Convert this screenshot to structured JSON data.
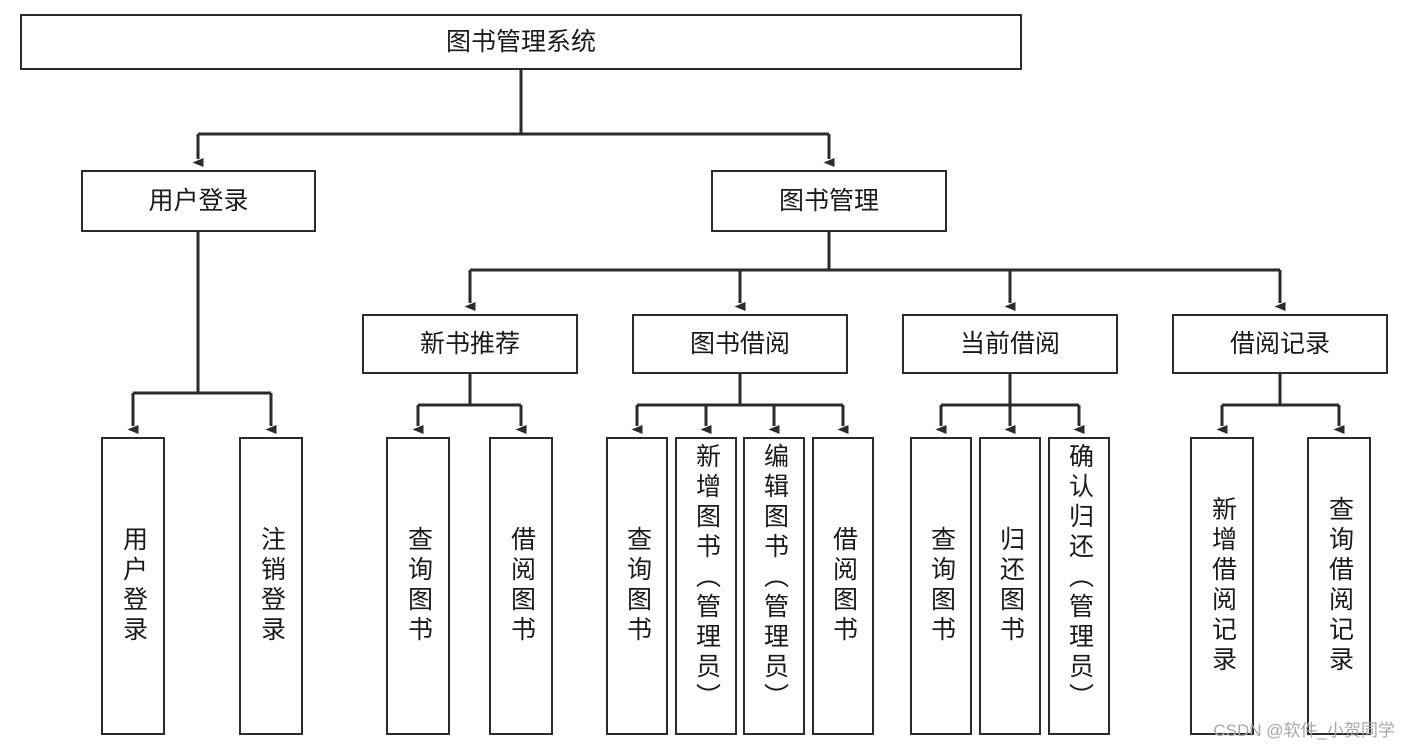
{
  "diagram": {
    "type": "tree-hierarchy-chart",
    "title": "图书管理系统",
    "background_color": "#ffffff",
    "box_border_color": "#2b2b2b",
    "connector_color": "#2b2b2b",
    "text_color": "#1a1a1a",
    "root": {
      "label": "图书管理系统"
    },
    "level2": [
      {
        "label": "用户登录"
      },
      {
        "label": "图书管理"
      }
    ],
    "level3": [
      {
        "label": "新书推荐"
      },
      {
        "label": "图书借阅"
      },
      {
        "label": "当前借阅"
      },
      {
        "label": "借阅记录"
      }
    ],
    "leaves": {
      "user_login": [
        {
          "label": "用户登录"
        },
        {
          "label": "注销登录"
        }
      ],
      "new_book_recommend": [
        {
          "label": "查询图书"
        },
        {
          "label": "借阅图书"
        }
      ],
      "book_borrow": [
        {
          "label": "查询图书"
        },
        {
          "label": "新增图书（管理员）"
        },
        {
          "label": "编辑图书（管理员）"
        },
        {
          "label": "借阅图书"
        }
      ],
      "current_borrow": [
        {
          "label": "查询图书"
        },
        {
          "label": "归还图书"
        },
        {
          "label": "确认归还（管理员）"
        }
      ],
      "borrow_records": [
        {
          "label": "新增借阅记录"
        },
        {
          "label": "查询借阅记录"
        }
      ]
    }
  },
  "watermark": {
    "text": "CSDN @软件_小贺同学"
  }
}
